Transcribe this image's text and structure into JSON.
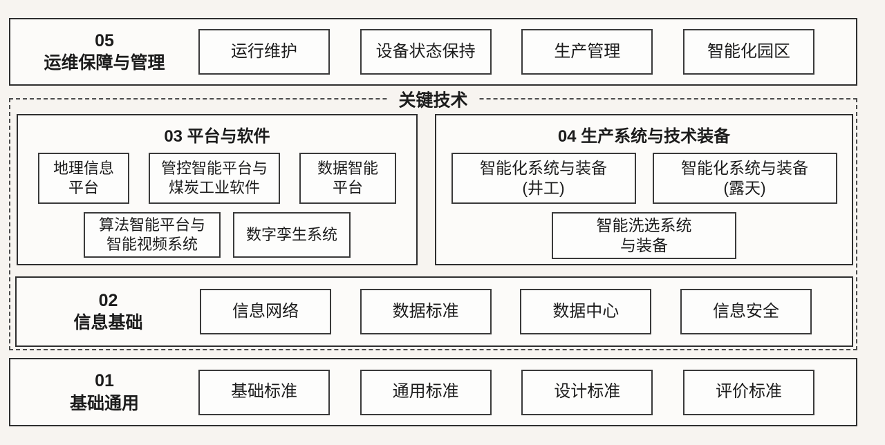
{
  "page": {
    "background": "#f7f4f0",
    "border_color": "#2e2e2e",
    "box_fill": "#fdfdfc"
  },
  "bands": {
    "ops": {
      "label": "05\n运维保障与管理",
      "items": [
        "运行维护",
        "设备状态保持",
        "生产管理",
        "智能化园区"
      ]
    },
    "key_tech": {
      "label": "关键技术"
    },
    "platform": {
      "title": "03 平台与软件",
      "row1": [
        "地理信息\n平台",
        "管控智能平台与\n煤炭工业软件",
        "数据智能\n平台"
      ],
      "row2": [
        "算法智能平台与\n智能视频系统",
        "数字孪生系统"
      ]
    },
    "production": {
      "title": "04 生产系统与技术装备",
      "row1": [
        "智能化系统与装备\n(井工)",
        "智能化系统与装备\n(露天)"
      ],
      "row2": [
        "智能洗选系统\n与装备"
      ]
    },
    "info_base": {
      "label": "02\n信息基础",
      "items": [
        "信息网络",
        "数据标准",
        "数据中心",
        "信息安全"
      ]
    },
    "general": {
      "label": "01\n基础通用",
      "items": [
        "基础标准",
        "通用标准",
        "设计标准",
        "评价标准"
      ]
    }
  }
}
